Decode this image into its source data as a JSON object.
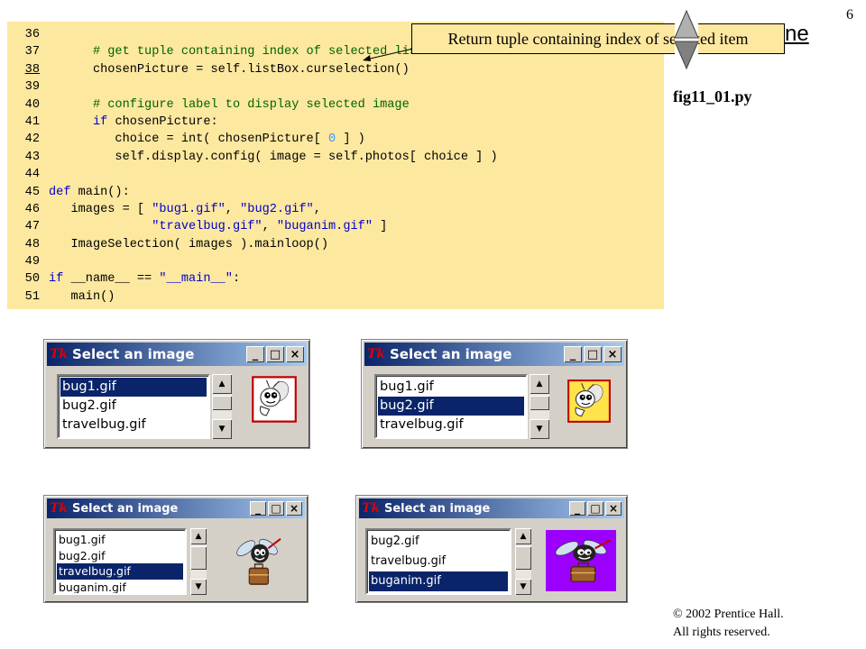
{
  "page_number": "6",
  "code_lines": [
    {
      "n": "36",
      "segments": []
    },
    {
      "n": "37",
      "segments": [
        {
          "t": "      "
        },
        {
          "t": "# get tuple containing index of selected list item",
          "c": "cm"
        }
      ]
    },
    {
      "n": "38",
      "underline": true,
      "segments": [
        {
          "t": "      chosenPicture = self.listBox.curselection()"
        }
      ]
    },
    {
      "n": "39",
      "segments": []
    },
    {
      "n": "40",
      "segments": [
        {
          "t": "      "
        },
        {
          "t": "# configure label to display selected image",
          "c": "cm"
        }
      ]
    },
    {
      "n": "41",
      "segments": [
        {
          "t": "      "
        },
        {
          "t": "if",
          "c": "kw"
        },
        {
          "t": " chosenPicture:"
        }
      ]
    },
    {
      "n": "42",
      "segments": [
        {
          "t": "         choice = int( chosenPicture[ "
        },
        {
          "t": "0",
          "c": "nm"
        },
        {
          "t": " ] )"
        }
      ]
    },
    {
      "n": "43",
      "segments": [
        {
          "t": "         self.display.config( image = self.photos[ choice ] )"
        }
      ]
    },
    {
      "n": "44",
      "segments": []
    },
    {
      "n": "45",
      "segments": [
        {
          "t": "def",
          "c": "kw"
        },
        {
          "t": " main():"
        }
      ]
    },
    {
      "n": "46",
      "segments": [
        {
          "t": "   images = [ "
        },
        {
          "t": "\"bug1.gif\"",
          "c": "st"
        },
        {
          "t": ", "
        },
        {
          "t": "\"bug2.gif\"",
          "c": "st"
        },
        {
          "t": ","
        }
      ]
    },
    {
      "n": "47",
      "segments": [
        {
          "t": "              "
        },
        {
          "t": "\"travelbug.gif\"",
          "c": "st"
        },
        {
          "t": ", "
        },
        {
          "t": "\"buganim.gif\"",
          "c": "st"
        },
        {
          "t": " ]"
        }
      ]
    },
    {
      "n": "48",
      "segments": [
        {
          "t": "   ImageSelection( images ).mainloop()"
        }
      ]
    },
    {
      "n": "49",
      "segments": []
    },
    {
      "n": "50",
      "segments": [
        {
          "t": "if",
          "c": "kw"
        },
        {
          "t": " __name__ == "
        },
        {
          "t": "\"__main__\"",
          "c": "st"
        },
        {
          "t": ":"
        }
      ]
    },
    {
      "n": "51",
      "segments": [
        {
          "t": "   main()"
        }
      ]
    }
  ],
  "callout": "Return tuple containing index of selected item",
  "outline_link": "ne",
  "fig_label": "fig11_01.py",
  "copyright": {
    "line1": "© 2002 Prentice Hall.",
    "line2": "All rights reserved."
  },
  "windows": [
    {
      "title": "Select an image",
      "logo": "Tk",
      "btn_min": "_",
      "btn_max": "□",
      "btn_close": "×",
      "items": [
        "bug1.gif",
        "bug2.gif",
        "travelbug.gif"
      ],
      "selected": 0,
      "scroll_up": "▲",
      "scroll_down": "▼",
      "image": "bug1-picture"
    },
    {
      "title": "Select an image",
      "logo": "Tk",
      "btn_min": "_",
      "btn_max": "□",
      "btn_close": "×",
      "items": [
        "bug1.gif",
        "bug2.gif",
        "travelbug.gif"
      ],
      "selected": 1,
      "scroll_up": "▲",
      "scroll_down": "▼",
      "image": "bug2-picture"
    },
    {
      "title": "Select an image",
      "logo": "Tk",
      "btn_min": "_",
      "btn_max": "□",
      "btn_close": "×",
      "items": [
        "bug1.gif",
        "bug2.gif",
        "travelbug.gif",
        "buganim.gif"
      ],
      "selected": 2,
      "scroll_up": "▲",
      "scroll_down": "▼",
      "image": "travelbug-picture"
    },
    {
      "title": "Select an image",
      "logo": "Tk",
      "btn_min": "_",
      "btn_max": "□",
      "btn_close": "×",
      "items": [
        "bug2.gif",
        "travelbug.gif",
        "buganim.gif"
      ],
      "selected": 2,
      "scroll_up": "▲",
      "scroll_down": "▼",
      "image": "buganim-picture"
    }
  ],
  "colors": {
    "code_bg": "#fde8a0",
    "selection": "#0a246a",
    "titlebar_start": "#0a246a",
    "titlebar_end": "#a6caf0",
    "purple_bg": "#9b00ff"
  }
}
